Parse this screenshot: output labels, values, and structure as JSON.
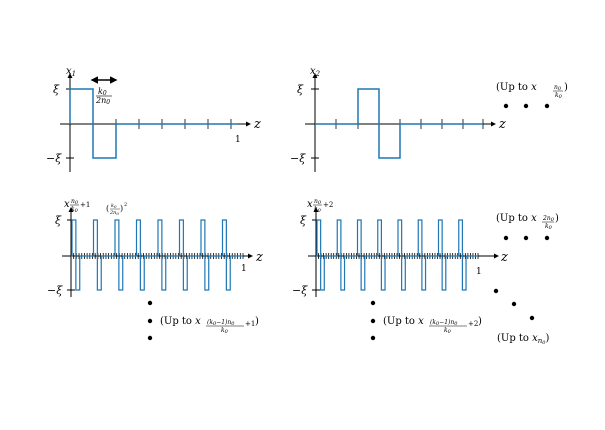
{
  "panels": {
    "p1": {
      "label_main": "x",
      "label_sub": "1",
      "xi": "ξ",
      "neg_xi": "−ξ",
      "z": "z",
      "one": "1",
      "width_num": "k",
      "width_num_sub": "0",
      "width_den": "2n",
      "width_den_sub": "0"
    },
    "p2": {
      "label_main": "x",
      "label_sub": "2",
      "xi": "ξ",
      "neg_xi": "−ξ",
      "z": "z",
      "upto_prefix": "(Up to ",
      "upto_x": "x",
      "upto_sub_num": "n",
      "upto_sub_num_sub": "0",
      "upto_sub_den": "k",
      "upto_sub_den_sub": "0",
      "upto_suffix": ")"
    },
    "p3": {
      "label_main": "x",
      "label_sub_num": "n",
      "label_sub_num_sub": "0",
      "label_sub_den": "k",
      "label_sub_den_sub": "0",
      "label_sub_plus": "+1",
      "xi": "ξ",
      "neg_xi": "−ξ",
      "z": "z",
      "one": "1",
      "pw_num": "k",
      "pw_num_sub": "0",
      "pw_den": "2n",
      "pw_den_sub": "0",
      "pw_exp": "2",
      "upto_prefix": "(Up to ",
      "upto_x": "x",
      "upto_sub_num": "(k",
      "upto_sub_num_sub": "0",
      "upto_sub_num_rest": "−1)n",
      "upto_sub_num_sub2": "0",
      "upto_sub_den": "k",
      "upto_sub_den_sub": "0",
      "upto_sub_plus": "+1",
      "upto_suffix": ")"
    },
    "p4": {
      "label_main": "x",
      "label_sub_num": "n",
      "label_sub_num_sub": "0",
      "label_sub_den": "k",
      "label_sub_den_sub": "0",
      "label_sub_plus": "+2",
      "xi": "ξ",
      "neg_xi": "−ξ",
      "z": "z",
      "one": "1",
      "upto_prefix": "(Up to ",
      "upto_x": "x",
      "upto_sub_num": "(k",
      "upto_sub_num_sub": "0",
      "upto_sub_num_rest": "−1)n",
      "upto_sub_num_sub2": "0",
      "upto_sub_den": "k",
      "upto_sub_den_sub": "0",
      "upto_sub_plus": "+2",
      "upto_suffix": ")",
      "upto2_prefix": "(Up to ",
      "upto2_x": "x",
      "upto2_sub_num": "2n",
      "upto2_sub_num_sub": "0",
      "upto2_sub_den": "k",
      "upto2_sub_den_sub": "0",
      "upto2_suffix": ")",
      "last_prefix": "(Up to ",
      "last_x": "x",
      "last_sub": "n",
      "last_sub_sub": "0",
      "last_suffix": ")"
    }
  },
  "colors": {
    "signal": "#1f77b4",
    "axis": "#000000"
  }
}
